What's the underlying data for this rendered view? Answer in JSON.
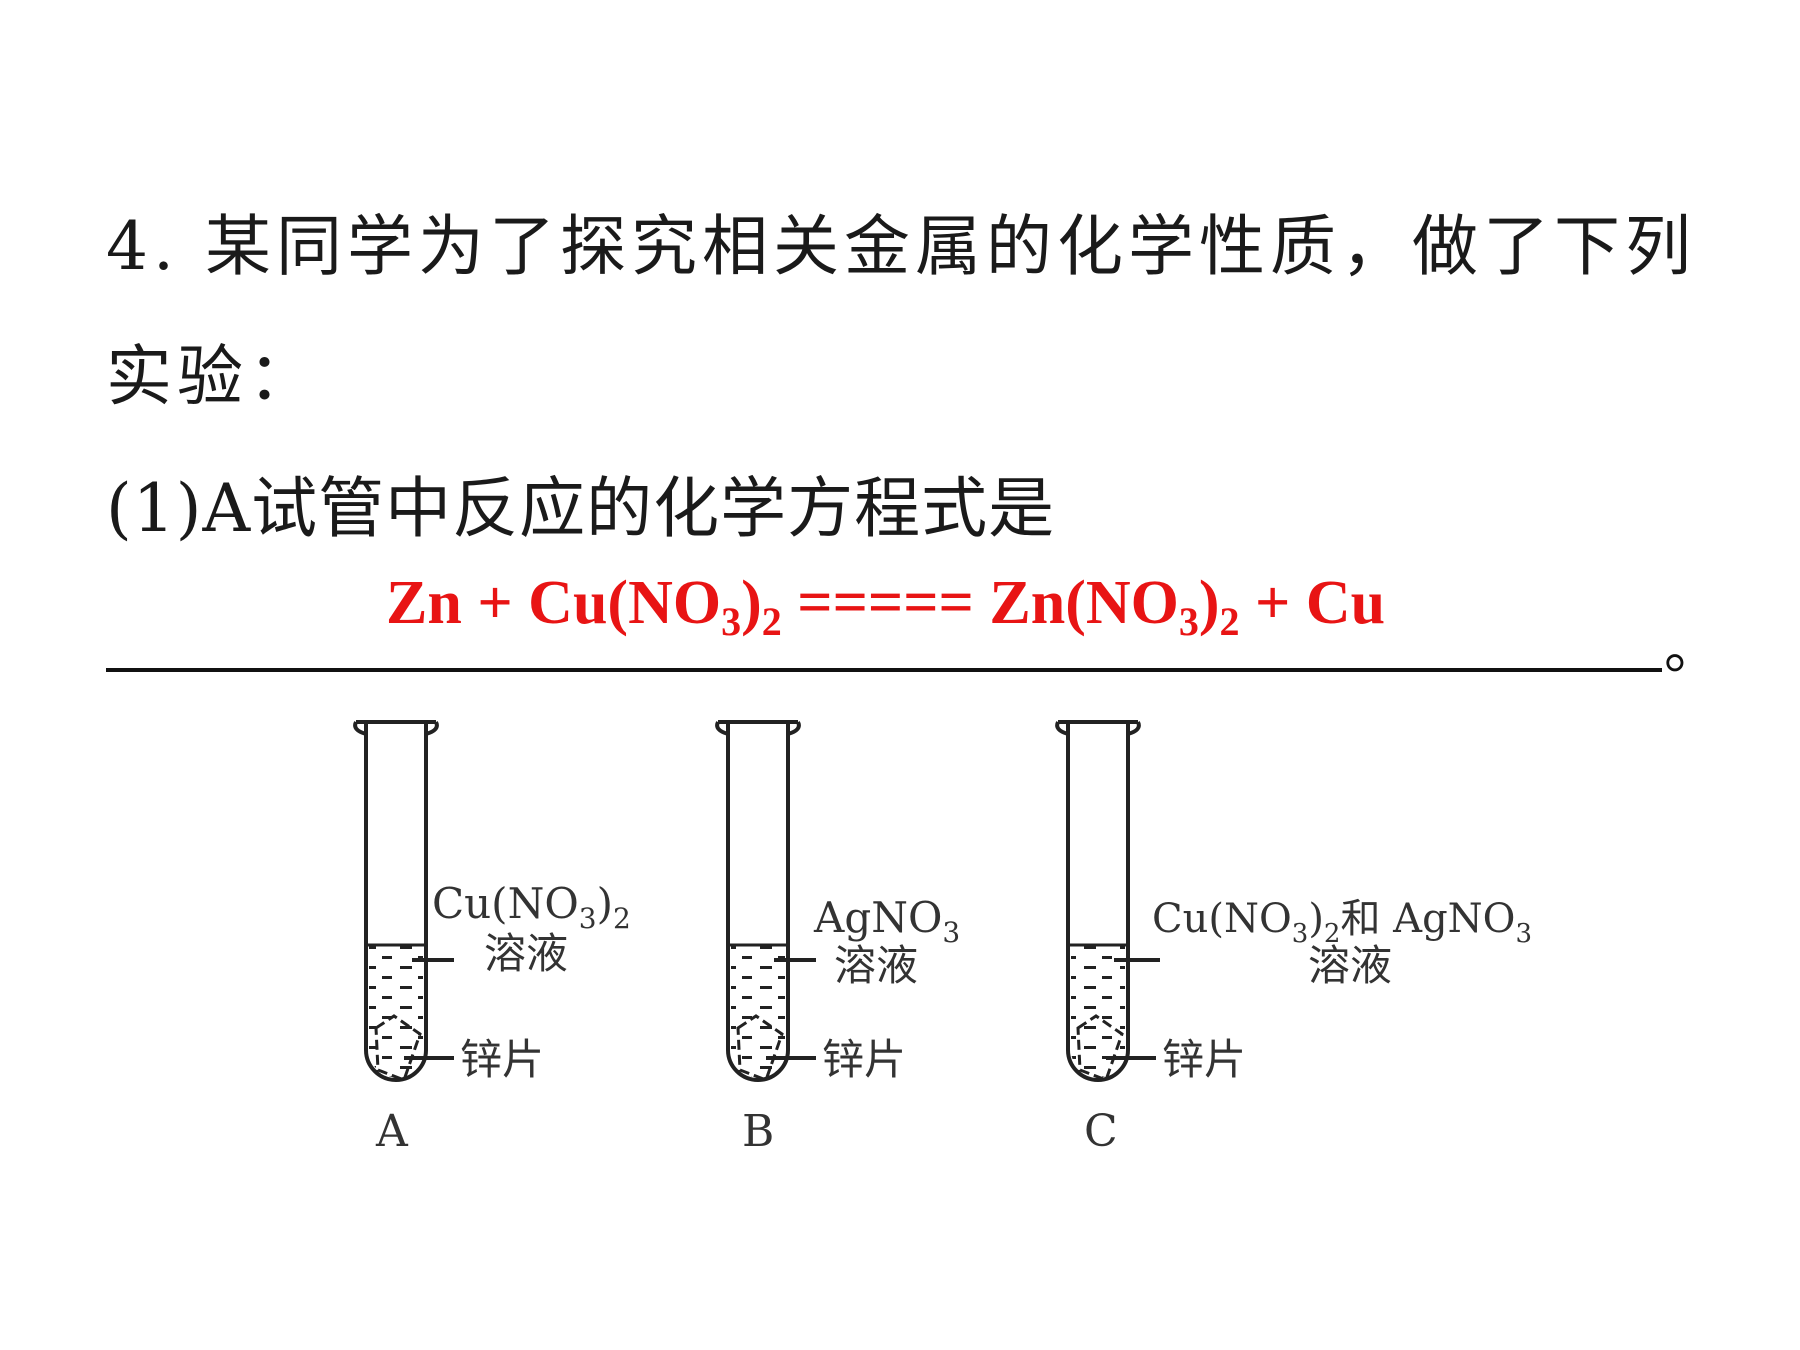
{
  "question": {
    "line1": "4. 某同学为了探究相关金属的化学性质，做了下列",
    "line2": "实验：",
    "line3": "(1)A试管中反应的化学方程式是",
    "period": "。"
  },
  "answer": {
    "part1": "Zn + Cu(NO",
    "sub1": "3",
    "part2": ")",
    "sub2": "2",
    "part3": " ===== Zn(NO",
    "sub3": "3",
    "part4": ")",
    "sub4": "2",
    "part5": " + Cu",
    "color": "#e81414"
  },
  "figure": {
    "tubes": [
      {
        "id": "A",
        "solution_main": "Cu(NO",
        "solution_sub1": "3",
        "solution_mid": ")",
        "solution_sub2": "2",
        "solution_word": "溶液",
        "solid": "锌片",
        "letter": "A"
      },
      {
        "id": "B",
        "solution_main": "AgNO",
        "solution_sub1": "3",
        "solution_word": "溶液",
        "solid": "锌片",
        "letter": "B"
      },
      {
        "id": "C",
        "solution_main": "Cu(NO",
        "solution_sub1": "3",
        "solution_mid": ")",
        "solution_sub2": "2",
        "solution_join": "和 AgNO",
        "solution_sub3": "3",
        "solution_word": "溶液",
        "solid": "锌片",
        "letter": "C"
      }
    ]
  }
}
